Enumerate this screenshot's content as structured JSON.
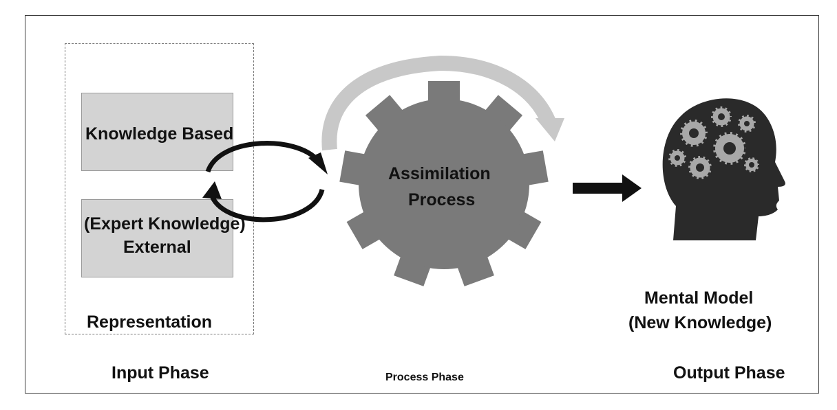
{
  "input": {
    "box1_label": "Knowledge Based",
    "box2_line1": "(Expert Knowledge)",
    "box2_line2": "External",
    "representation_label": "Representation",
    "phase_label": "Input Phase"
  },
  "process": {
    "gear_line1": "Assimilation",
    "gear_line2": "Process",
    "phase_label": "Process Phase"
  },
  "output": {
    "line1": "Mental Model",
    "line2": "(New Knowledge)",
    "phase_label": "Output Phase"
  },
  "icons": [
    "cycle-arrows-icon",
    "gear-icon",
    "curved-arrow-icon",
    "right-arrow-icon",
    "head-with-gears-icon"
  ]
}
